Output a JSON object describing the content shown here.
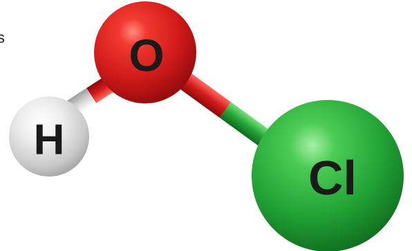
{
  "molecule": {
    "atoms": [
      {
        "id": "oxygen",
        "label": "O",
        "color": "#d61f1f"
      },
      {
        "id": "hydrogen",
        "label": "H",
        "color": "#e8e8e8"
      },
      {
        "id": "chlorine",
        "label": "Cl",
        "color": "#22a536"
      }
    ],
    "edge_fragment": "s"
  }
}
